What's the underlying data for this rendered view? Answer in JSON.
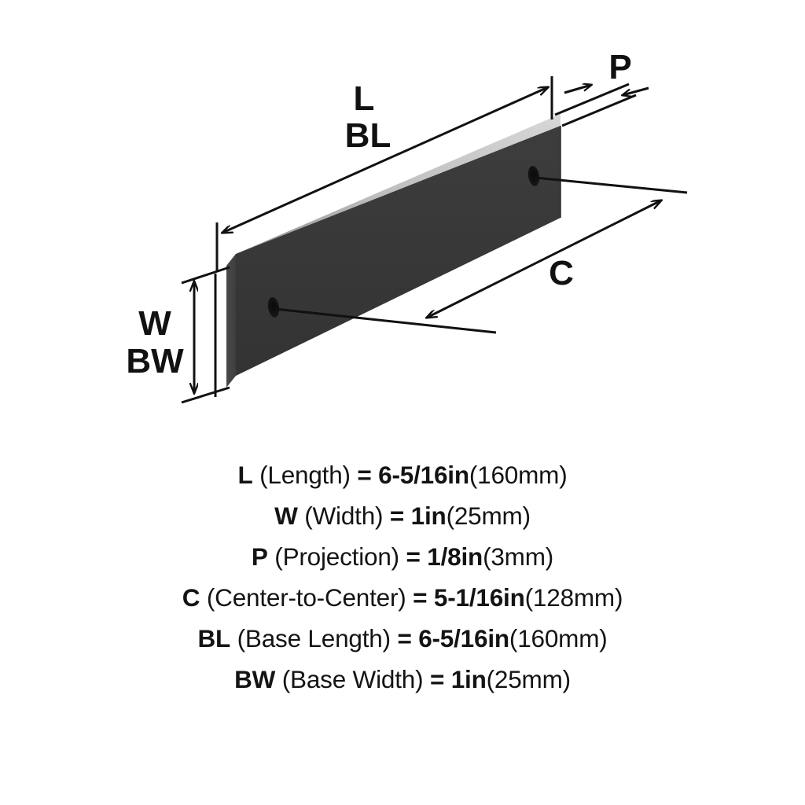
{
  "diagram": {
    "title": "Cabinet pull dimension diagram",
    "labels": {
      "length": "L",
      "base_length": "BL",
      "width": "W",
      "base_width": "BW",
      "projection": "P",
      "center_to_center": "C"
    },
    "colors": {
      "bar_face": "#3a3a3a",
      "bar_end": "#474747",
      "bar_top_edge": "#c9c9c9",
      "line": "#111111",
      "background": "#ffffff"
    },
    "part": {
      "hole_count": 2,
      "shape": "rectangular-bar-pull"
    }
  },
  "specs": [
    {
      "symbol": "L",
      "name": "(Length)",
      "equals": "=",
      "imperial": "6-5/16in",
      "metric": "(160mm)"
    },
    {
      "symbol": "W",
      "name": "(Width)",
      "equals": "=",
      "imperial": "1in",
      "metric": "(25mm)"
    },
    {
      "symbol": "P",
      "name": "(Projection)",
      "equals": "=",
      "imperial": "1/8in",
      "metric": "(3mm)"
    },
    {
      "symbol": "C",
      "name": "(Center-to-Center)",
      "equals": "=",
      "imperial": "5-1/16in",
      "metric": "(128mm)"
    },
    {
      "symbol": "BL",
      "name": "(Base Length)",
      "equals": "=",
      "imperial": "6-5/16in",
      "metric": "(160mm)"
    },
    {
      "symbol": "BW",
      "name": "(Base Width)",
      "equals": "=",
      "imperial": "1in",
      "metric": "(25mm)"
    }
  ]
}
